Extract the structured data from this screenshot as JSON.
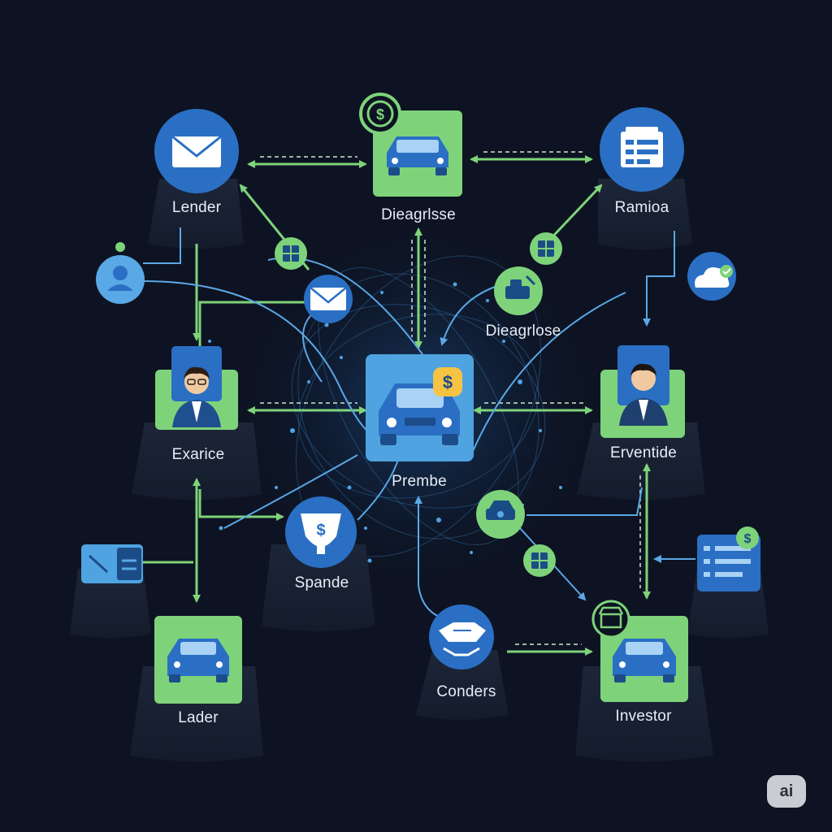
{
  "colors": {
    "background": "#0d1322",
    "node_blue": "#2a6fc4",
    "node_green": "#7ed37a",
    "connector_green": "#7ed37a",
    "connector_blue": "#5aa8e6",
    "label": "#e8eef7"
  },
  "nodes": {
    "lender": {
      "label": "Lender",
      "icon": "envelope-icon"
    },
    "diagnose_top": {
      "label": "Dieagrlsse",
      "icon": "car-dollar-icon"
    },
    "ramioa": {
      "label": "Ramioa",
      "icon": "document-list-icon"
    },
    "diagnose_mid": {
      "label": "Dieagrlose",
      "icon": "car-tool-icon"
    },
    "exarice": {
      "label": "Exarice",
      "icon": "person-glasses-icon"
    },
    "prembe": {
      "label": "Prembe",
      "icon": "car-dollar-icon"
    },
    "erventide": {
      "label": "Erventide",
      "icon": "person-icon"
    },
    "spande": {
      "label": "Spande",
      "icon": "dollar-trophy-icon"
    },
    "lader": {
      "label": "Lader",
      "icon": "car-icon"
    },
    "conders": {
      "label": "Conders",
      "icon": "handshake-icon"
    },
    "investor": {
      "label": "Investor",
      "icon": "car-icon"
    }
  },
  "side_icons": [
    "user-icon",
    "cloud-check-icon",
    "card-icon",
    "invoice-dollar-icon",
    "grid-icon",
    "envelope-icon",
    "car-badge-icon"
  ],
  "watermark": "ai"
}
